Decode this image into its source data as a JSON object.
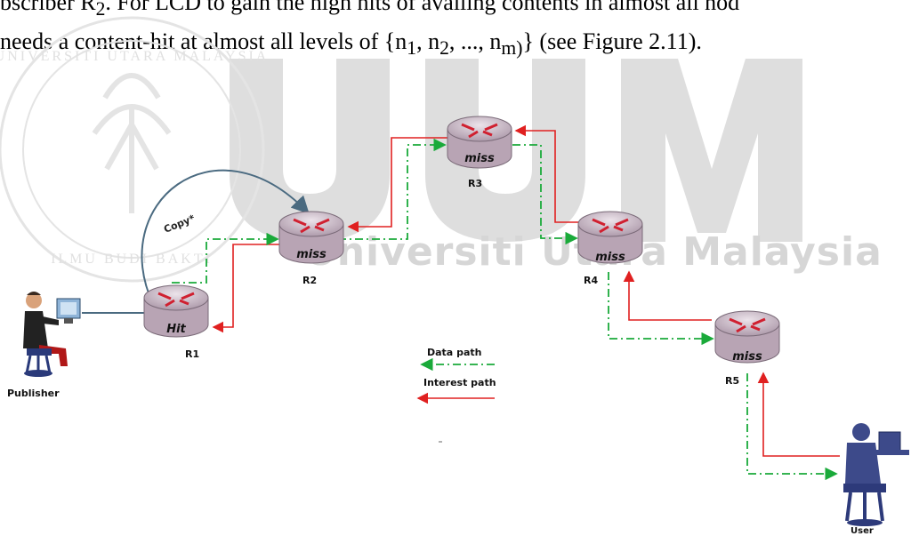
{
  "paragraph": {
    "line1": "bscriber R2. For LCD to gain the high hits of availing contents in almost all nod",
    "line2": "needs a content-hit at almost all levels of {n1, n2, ..., nm)} (see Figure 2.11)."
  },
  "watermark": {
    "letters": "UUM",
    "university": "Universiti Utara Malaysia",
    "seal_top": "UNIVERSITI UTARA MALAYSIA",
    "seal_bottom": "ILMU BUDI BAKTI"
  },
  "figure": {
    "routers": [
      {
        "state": "Hit",
        "label": "R1"
      },
      {
        "state": "miss",
        "label": "R2"
      },
      {
        "state": "miss",
        "label": "R3"
      },
      {
        "state": "miss",
        "label": "R4"
      },
      {
        "state": "miss",
        "label": "R5"
      }
    ],
    "publisher_label": "Publisher",
    "user_label": "User",
    "copy_label": "Copy*",
    "legend": {
      "data_path": "Data path",
      "interest_path": "Interest path"
    },
    "colors": {
      "data_path": "#1aaa3a",
      "interest_path": "#e02020",
      "router_body": "#c9b6c6",
      "watermark": "#d9d9d9"
    }
  }
}
